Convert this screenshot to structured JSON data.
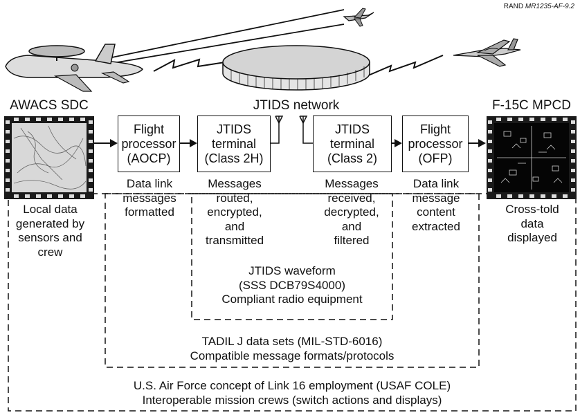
{
  "credit": {
    "org": "RAND",
    "code": "MR1235-AF-9.2"
  },
  "labels": {
    "awacs": "AWACS SDC",
    "network": "JTIDS network",
    "f15": "F-15C MPCD"
  },
  "boxes": {
    "aocp": [
      "Flight",
      "processor",
      "(AOCP)"
    ],
    "class2h": [
      "JTIDS",
      "terminal",
      "(Class 2H)"
    ],
    "class2": [
      "JTIDS",
      "terminal",
      "(Class 2)"
    ],
    "ofp": [
      "Flight",
      "processor",
      "(OFP)"
    ]
  },
  "captions": {
    "local": [
      "Local data",
      "generated by",
      "sensors and",
      "crew"
    ],
    "formatted": [
      "Data link",
      "messages",
      "formatted"
    ],
    "routed": [
      "Messages",
      "routed,",
      "encrypted,",
      "and",
      "transmitted"
    ],
    "received": [
      "Messages",
      "received,",
      "decrypted,",
      "and",
      "filtered"
    ],
    "extracted": [
      "Data link",
      "message",
      "content",
      "extracted"
    ],
    "crosstold": [
      "Cross-told",
      "data",
      "displayed"
    ]
  },
  "layers": {
    "waveform": [
      "JTIDS waveform",
      "(SSS DCB79S4000)",
      "Compliant radio equipment"
    ],
    "tadil": [
      "TADIL J data sets (MIL-STD-6016)",
      "Compatible message formats/protocols"
    ],
    "cole": [
      "U.S. Air Force concept of Link 16 employment (USAF COLE)",
      "Interoperable mission crews (switch actions and displays)"
    ]
  }
}
